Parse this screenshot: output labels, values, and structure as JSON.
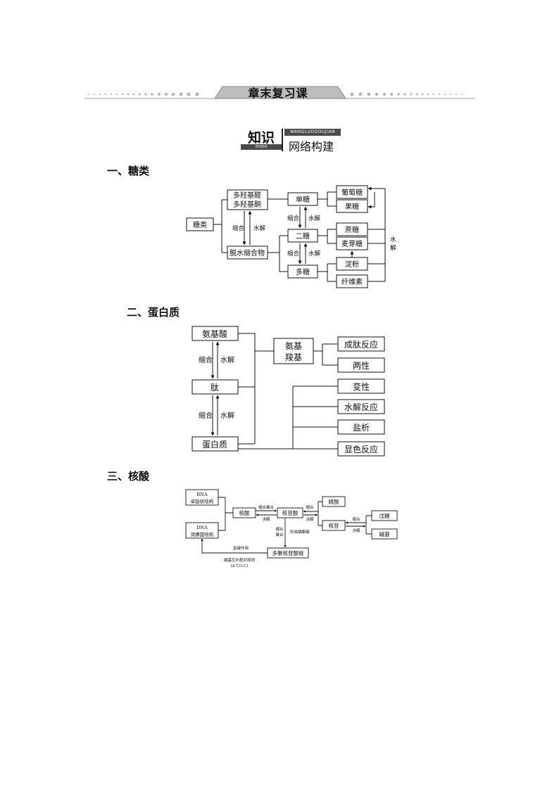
{
  "header": {
    "title": "章末复习课"
  },
  "knowledge_badge": {
    "left": "知识",
    "right": "网络构建",
    "pinyin_right": "WANGLUOGOUJIAN",
    "pinyin_left": "ZHISHI"
  },
  "sections": [
    {
      "title": "一、糖类"
    },
    {
      "title": "二、蛋白质"
    },
    {
      "title": "三、核酸"
    }
  ],
  "sugar": {
    "root": "糖类",
    "top_box": [
      "多羟基醛",
      "多羟基酮"
    ],
    "bottom_box": "脱水缩合物",
    "condense": "缩合",
    "hydrolyze": "水解",
    "mono": "单糖",
    "di": "二糖",
    "poly": "多糖",
    "glucose": "葡萄糖",
    "fructose": "果糖",
    "sucrose": "蔗糖",
    "maltose": "麦芽糖",
    "starch": "淀粉",
    "cellulose": "纤维素",
    "side_label": [
      "水",
      "解"
    ]
  },
  "protein": {
    "amino_acid": "氨基酸",
    "peptide": "肽",
    "protein": "蛋白质",
    "condense": "缩合",
    "hydrolyze": "水解",
    "groups": [
      "氨基",
      "羧基"
    ],
    "peptide_reaction": "成肽反应",
    "amphoteric": "两性",
    "denature": "变性",
    "hydrolysis_reaction": "水解反应",
    "salting_out": "盐析",
    "color_reaction": "显色反应"
  },
  "nucleic": {
    "rna": [
      "RNA",
      "单链状结构"
    ],
    "dna": [
      "DNA",
      "双螺旋结构"
    ],
    "nucleic_acid": "核酸",
    "nucleotide": "核苷酸",
    "phosphate": "磷酸",
    "nucleoside": "核苷",
    "pentose": "戊糖",
    "base": "碱基",
    "polynucleotide": "多聚核苷酸链",
    "polycondense": "缩合聚合",
    "hydrolyze": "水解",
    "condense": "缩合",
    "vertical_label": [
      "缩合",
      "聚合"
    ],
    "phosphodiester": "形成磷酯键",
    "hbond": "氢键作用",
    "pairing": [
      "碱基互补配对原则",
      "(A-T,G-C)"
    ]
  }
}
